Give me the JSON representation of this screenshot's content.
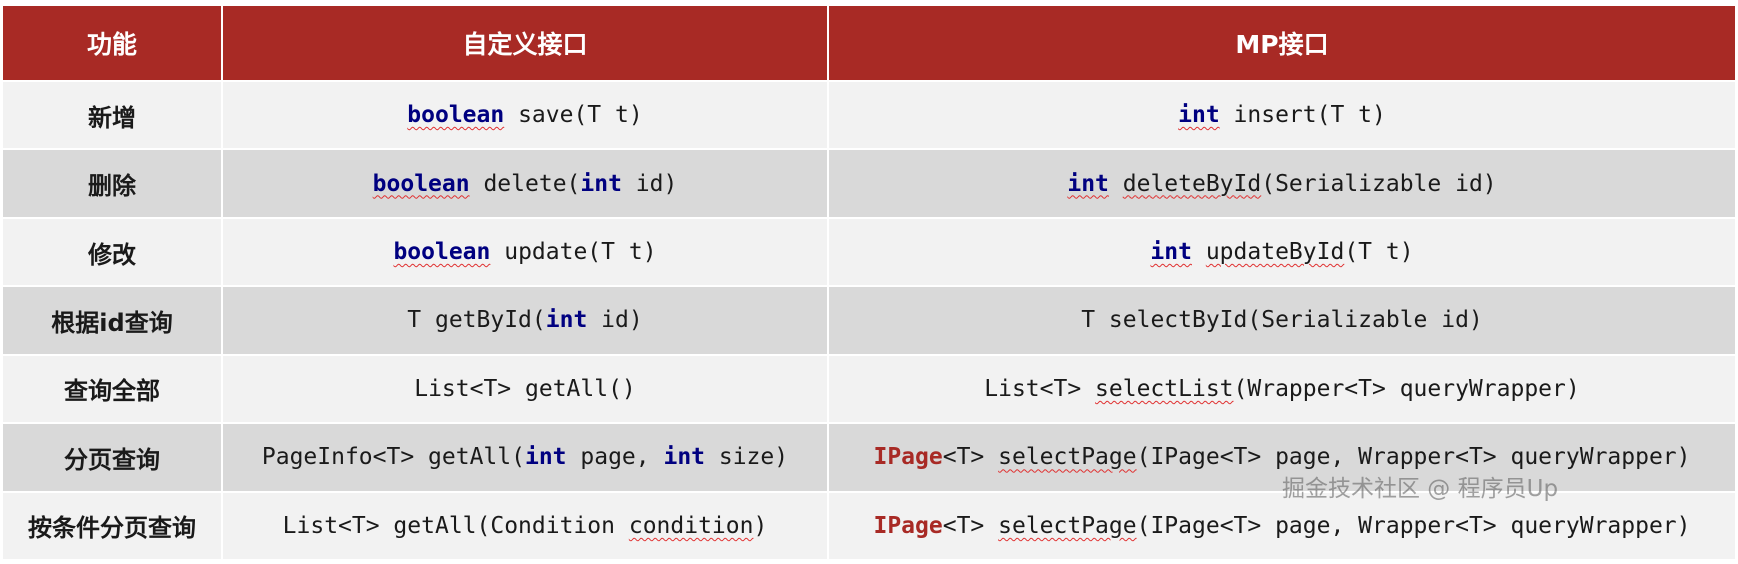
{
  "colors": {
    "header_bg": "#a82a25",
    "row_light": "#f2f2f2",
    "row_dark": "#d9d9d9",
    "keyword": "#000080",
    "ipage": "#a82a25"
  },
  "header": {
    "col1": "功能",
    "col2": "自定义接口",
    "col3": "MP接口"
  },
  "rows": [
    {
      "feature": "新增",
      "custom": [
        {
          "t": "boolean",
          "kw": true,
          "sq": true
        },
        {
          "t": " save(T t)"
        }
      ],
      "mp": [
        {
          "t": "int",
          "kw": true,
          "sq": true
        },
        {
          "t": " insert(T t)"
        }
      ]
    },
    {
      "feature": "删除",
      "custom": [
        {
          "t": "boolean",
          "kw": true,
          "sq": true
        },
        {
          "t": " delete("
        },
        {
          "t": "int",
          "kw": true
        },
        {
          "t": " id)"
        }
      ],
      "mp": [
        {
          "t": "int",
          "kw": true,
          "sq": true
        },
        {
          "t": " "
        },
        {
          "t": "deleteById",
          "sq": true
        },
        {
          "t": "(Serializable id)"
        }
      ]
    },
    {
      "feature": "修改",
      "custom": [
        {
          "t": "boolean",
          "kw": true,
          "sq": true
        },
        {
          "t": " update(T t)"
        }
      ],
      "mp": [
        {
          "t": "int",
          "kw": true,
          "sq": true
        },
        {
          "t": " "
        },
        {
          "t": "updateById",
          "sq": true
        },
        {
          "t": "(T t)"
        }
      ]
    },
    {
      "feature": "根据id查询",
      "custom": [
        {
          "t": "T getById("
        },
        {
          "t": "int",
          "kw": true
        },
        {
          "t": " id)"
        }
      ],
      "mp": [
        {
          "t": "T selectById(Serializable id)"
        }
      ]
    },
    {
      "feature": "查询全部",
      "custom": [
        {
          "t": "List<T> getAll()"
        }
      ],
      "mp": [
        {
          "t": "List<T> "
        },
        {
          "t": "selectList",
          "sq": true
        },
        {
          "t": "(Wrapper<T> queryWrapper)"
        }
      ]
    },
    {
      "feature": "分页查询",
      "custom": [
        {
          "t": "PageInfo<T> getAll("
        },
        {
          "t": "int",
          "kw": true
        },
        {
          "t": " page, "
        },
        {
          "t": "int",
          "kw": true
        },
        {
          "t": " size)"
        }
      ],
      "mp": [
        {
          "t": "IPage",
          "kr": true
        },
        {
          "t": "<T> "
        },
        {
          "t": "selectPage",
          "sq": true
        },
        {
          "t": "(IPage<T> page, Wrapper<T> queryWrapper)"
        }
      ]
    },
    {
      "feature": "按条件分页查询",
      "custom": [
        {
          "t": "List<T> getAll(Condition "
        },
        {
          "t": "condition",
          "sq": true
        },
        {
          "t": ")"
        }
      ],
      "mp": [
        {
          "t": "IPage",
          "kr": true
        },
        {
          "t": "<T> "
        },
        {
          "t": "selectPage",
          "sq": true
        },
        {
          "t": "(IPage<T> page, Wrapper<T> queryWrapper)"
        }
      ]
    }
  ],
  "watermark": "掘金技术社区 @ 程序员Up"
}
